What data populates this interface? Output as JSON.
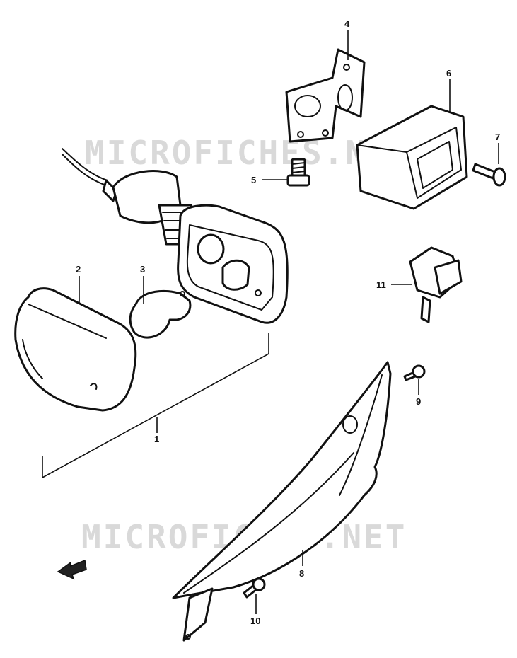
{
  "watermark": "MICROFICHES.NET",
  "callouts": {
    "c1": "1",
    "c2": "2",
    "c3": "3",
    "c4": "4",
    "c5": "5",
    "c6": "6",
    "c7": "7",
    "c8": "8",
    "c9": "9",
    "c10": "10",
    "c11": "11"
  }
}
